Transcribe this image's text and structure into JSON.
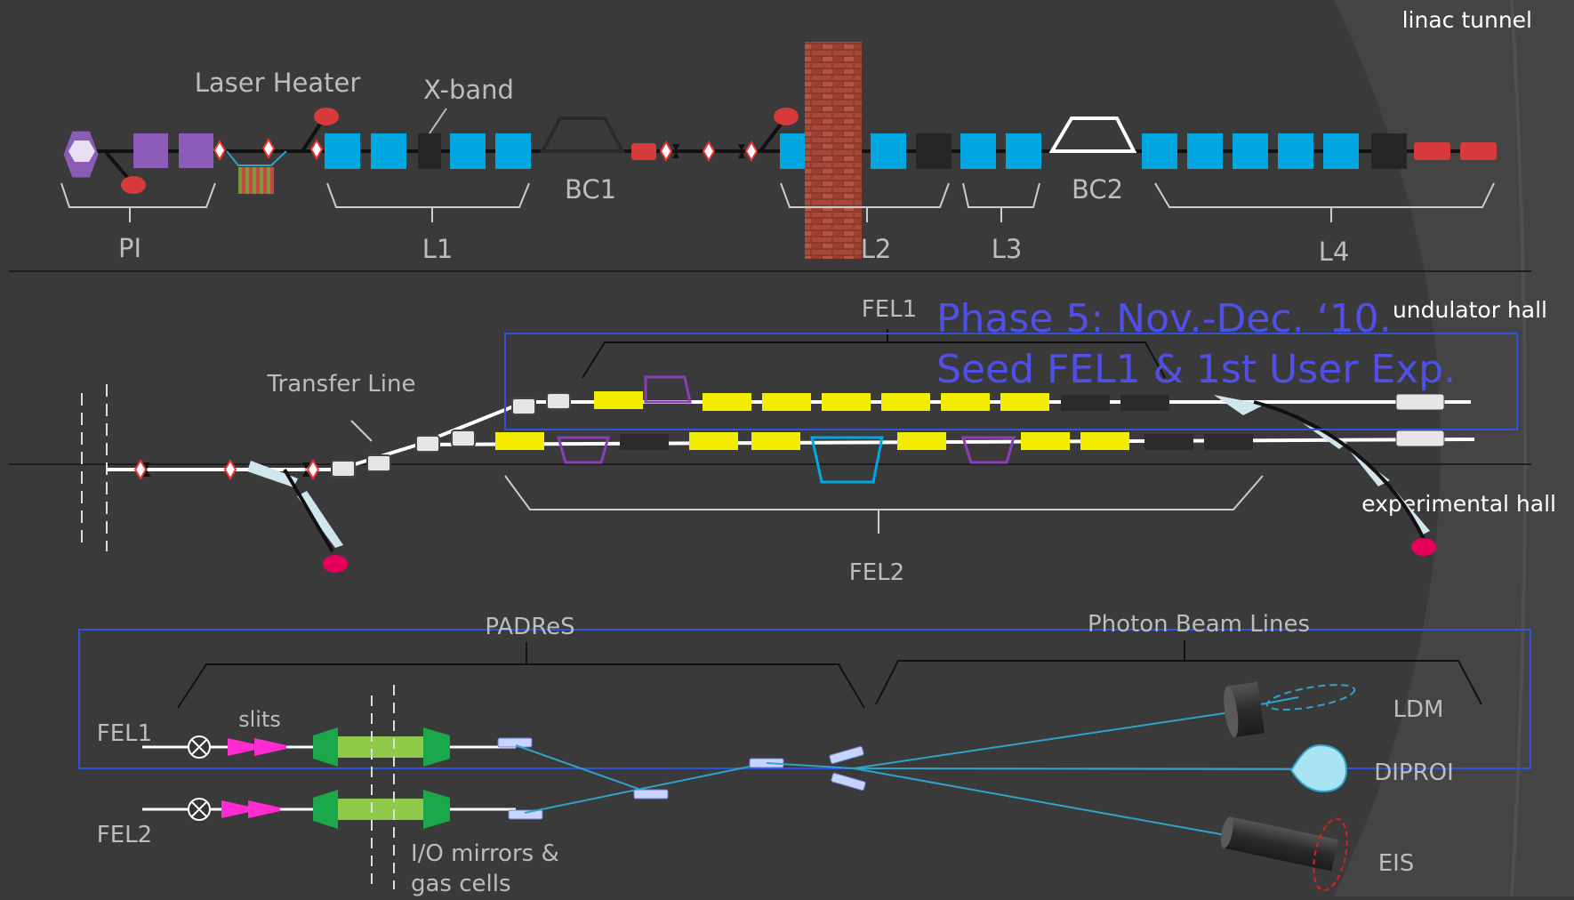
{
  "zones": {
    "linac_tunnel": "linac tunnel",
    "undulator_hall": "undulator hall",
    "experimental_hall": "experimental hall"
  },
  "linac": {
    "laser_heater": "Laser Heater",
    "xband": "X-band",
    "pi": "PI",
    "l1": "L1",
    "bc1": "BC1",
    "l2": "L2",
    "l3": "L3",
    "bc2": "BC2",
    "l4": "L4"
  },
  "undulator": {
    "transfer_line": "Transfer Line",
    "fel1": "FEL1",
    "fel2": "FEL2"
  },
  "phase": {
    "line1": "Phase 5: Nov.-Dec. ‘10.",
    "line2": "Seed FEL1 & 1st User Exp."
  },
  "beamlines": {
    "padres": "PADReS",
    "photon_beam_lines": "Photon Beam Lines",
    "fel1": "FEL1",
    "fel2": "FEL2",
    "slits": "slits",
    "io_line1": "I/O mirrors &",
    "io_line2": "gas cells",
    "ldm": "LDM",
    "diproi": "DIPROI",
    "eis": "EIS"
  },
  "colors": {
    "background": "#3a3a3a",
    "cavity_blue": "#00a7e1",
    "undulator_yellow": "#f2ec00",
    "magnet_red": "#d63a3a",
    "photoinjector_purple": "#8a5cb8",
    "highlight_box": "#2f54d8",
    "phase_text": "#5050e8",
    "beam_cyan": "#2fa3c9",
    "green_chamber": "#1aa84a",
    "magenta": "#ff2bd1"
  }
}
